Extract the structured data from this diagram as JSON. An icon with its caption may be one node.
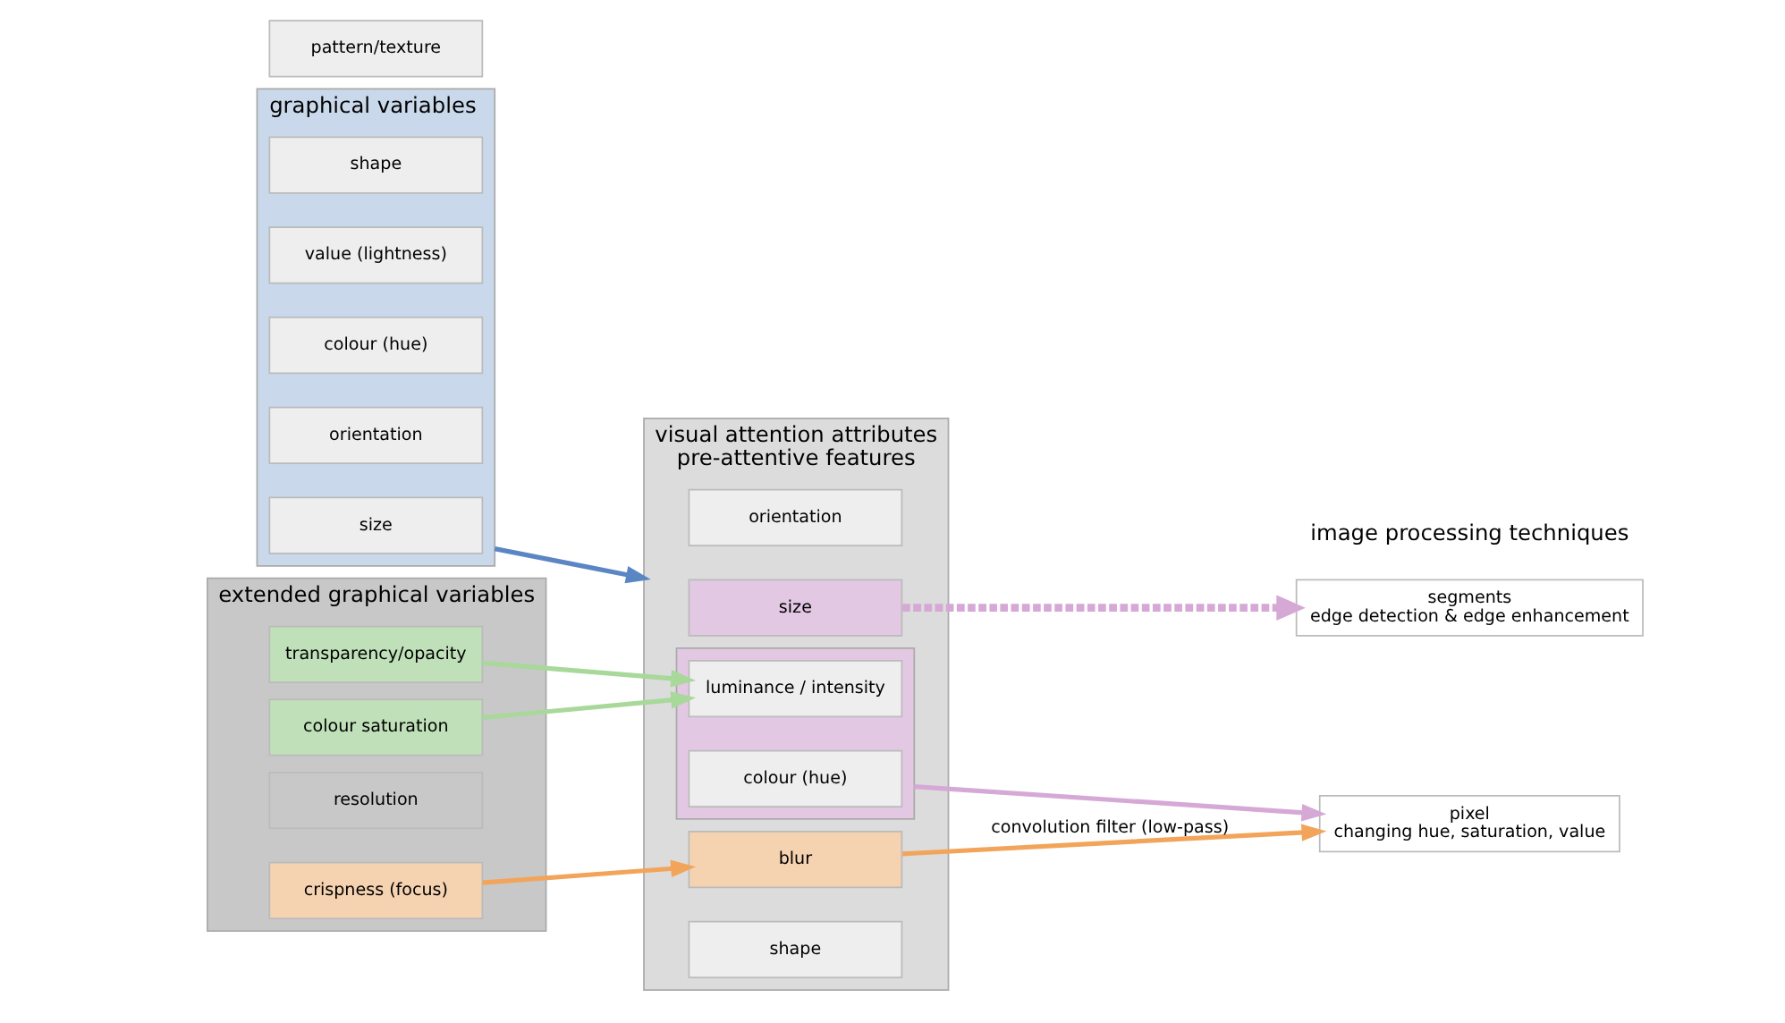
{
  "diagram": {
    "nodes": [
      {
        "text": [
          "graphical variables"
        ]
      },
      {
        "text": [
          "size"
        ],
        "in": 0
      },
      {
        "text": [
          "orientation"
        ],
        "in": 0
      },
      {
        "text": [
          "colour (hue)"
        ],
        "in": 0
      },
      {
        "text": [
          "value (lightness)"
        ],
        "in": 0
      },
      {
        "text": [
          "shape"
        ],
        "in": 0
      },
      {
        "text": [
          "pattern/texture"
        ]
      },
      {
        "text": [
          "extended graphical variables"
        ]
      },
      {
        "text": [
          "colour saturation"
        ],
        "in": 7
      },
      {
        "text": [
          "crispness (focus)"
        ],
        "in": 7
      },
      {
        "text": [
          "resolution"
        ],
        "in": 7
      },
      {
        "text": [
          "transparency/opacity"
        ],
        "in": 7
      },
      {
        "text": [
          "visual attention attributes",
          "pre-attentive features"
        ]
      },
      {
        "text": [
          "size"
        ],
        "in": 12
      },
      {
        "text": [
          "orientation"
        ],
        "in": 12
      },
      {
        "text": [],
        "shape": "box",
        "in": 12
      },
      {
        "text": [
          "colour (hue)"
        ],
        "in": 15
      },
      {
        "text": [
          "luminance / intensity"
        ],
        "in": 15
      },
      {
        "text": [
          "shape"
        ],
        "in": 12
      },
      {
        "text": [
          "blur"
        ],
        "in": 12
      },
      {
        "text": [
          "segments",
          "edge detection & edge enhancement"
        ]
      },
      {
        "text": [
          "pixel",
          "changing hue, saturation, value"
        ]
      }
    ],
    "edges": [
      {
        "from": 0,
        "to": 12,
        "arrow": "to",
        "color": "#5b86c4"
      },
      {
        "from": 8,
        "to": 17,
        "arrow": "to",
        "color": "#a8d89a"
      },
      {
        "from": 11,
        "to": 17,
        "arrow": "to",
        "color": "#a8d89a"
      },
      {
        "from": 9,
        "to": 19,
        "arrow": "to",
        "color": "#f2a55a"
      },
      {
        "from": 13,
        "to": 20,
        "arrow": "to",
        "style": "dashed",
        "color": "#d6a8d6"
      },
      {
        "from": 15,
        "to": 21,
        "arrow": "to",
        "color": "#d6a8d6"
      },
      {
        "from": 19,
        "to": 21,
        "label": "convolution filter (low-pass)",
        "arrow": "to",
        "color": "#f2a55a"
      }
    ],
    "labels": [
      "image processing techniques"
    ]
  }
}
